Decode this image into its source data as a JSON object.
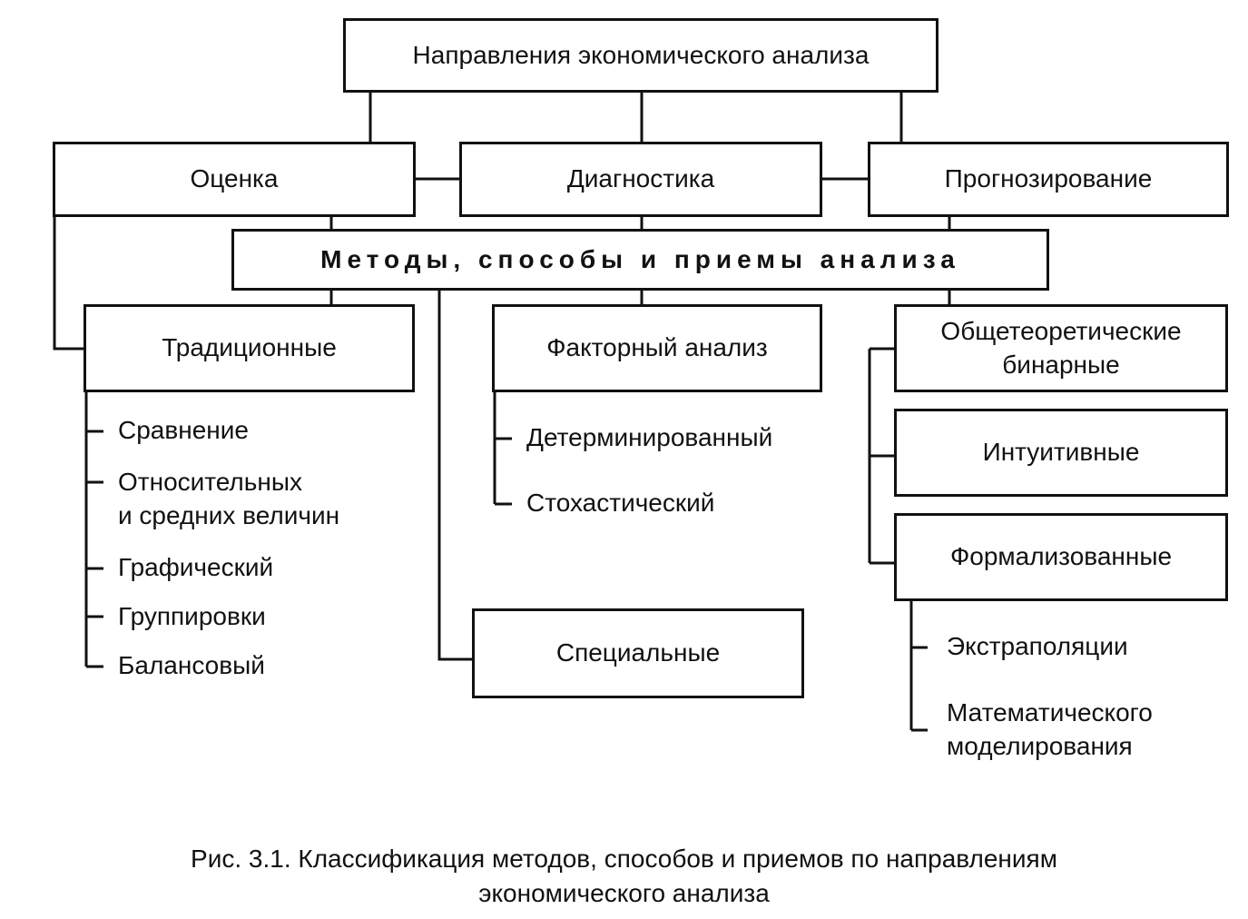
{
  "nodes": {
    "root": "Направления экономического анализа",
    "evaluation": "Оценка",
    "diagnostics": "Диагностика",
    "forecasting": "Прогнозирование",
    "methods": "Методы, способы и приемы анализа",
    "traditional": "Традиционные",
    "factor_analysis": "Факторный анализ",
    "general_theoretical_line1": "Общетеоретические",
    "general_theoretical_line2": "бинарные",
    "intuitive": "Интуитивные",
    "formalized": "Формализованные",
    "special": "Специальные"
  },
  "traditional_items": {
    "comparison": "Сравнение",
    "relative_line1": "Относительных",
    "relative_line2": "и средних величин",
    "graphic": "Графический",
    "groupings": "Группировки",
    "balance": "Балансовый"
  },
  "factor_items": {
    "deterministic": "Детерминированный",
    "stochastic": "Стохастический"
  },
  "formalized_items": {
    "extrapolation": "Экстраполяции",
    "math_line1": "Математического",
    "math_line2": "моделирования"
  },
  "caption": {
    "line1": "Рис. 3.1. Классификация методов, способов и приемов по направлениям",
    "line2": "экономического анализа"
  }
}
